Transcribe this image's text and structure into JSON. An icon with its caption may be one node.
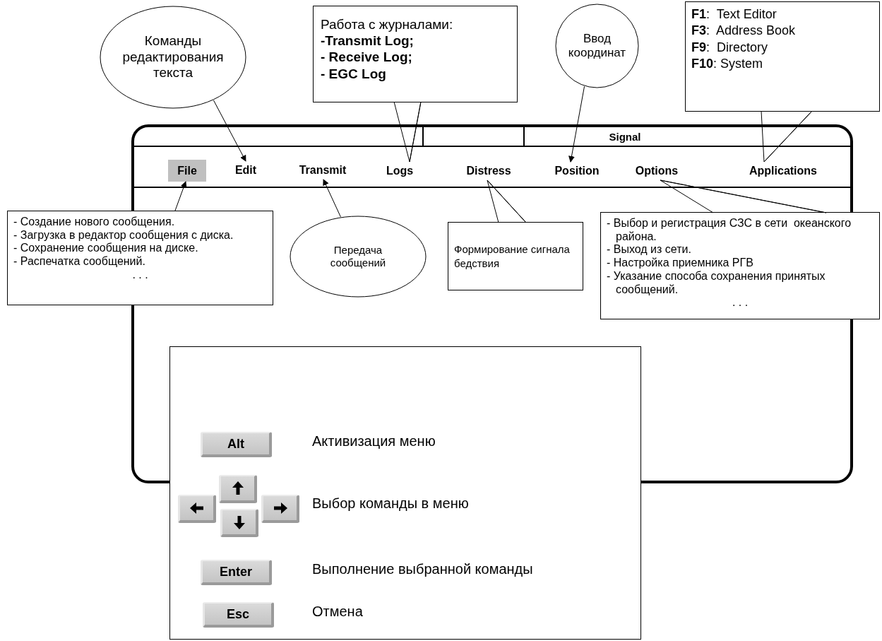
{
  "diagram": {
    "nodes": [
      {
        "text": [],
        "shape": "box"
      },
      {
        "text": [],
        "shape": "box",
        "in": 0
      },
      {
        "text": [
          "Signal"
        ],
        "in": 0
      },
      {
        "text": [
          "File"
        ],
        "in": 0
      },
      {
        "text": [
          "Edit"
        ],
        "in": 0
      },
      {
        "text": [
          "Transmit"
        ],
        "in": 0
      },
      {
        "text": [
          "Logs"
        ],
        "in": 0
      },
      {
        "text": [
          "Distress"
        ],
        "in": 0
      },
      {
        "text": [
          "Position"
        ],
        "in": 0
      },
      {
        "text": [
          "Options"
        ],
        "in": 0
      },
      {
        "text": [
          "Applications"
        ],
        "in": 0
      },
      {
        "text": [
          "Команды редактирования текста"
        ]
      },
      {
        "text": [
          "Работа с журналами:",
          "-Transmit Log;",
          "- Receive Log;",
          "- EGC Log"
        ]
      },
      {
        "text": [
          "Ввод координат"
        ]
      },
      {
        "text": [
          "**F1**:  Text Editor",
          "**F3**:  Address Book",
          "**F9**:  Directory",
          "**F10**: System"
        ]
      },
      {
        "text": [
          "- Создание нового сообщения.",
          "- Загрузка в редактор сообщения с диска.",
          "- Сохранение сообщения на диске.",
          "- Распечатка сообщений.",
          ". . ."
        ]
      },
      {
        "text": [
          "Передача сообщений"
        ],
        "in": 0
      },
      {
        "text": [
          "Формирование сигнала бедствия"
        ],
        "in": 0
      },
      {
        "text": [
          "- Выбор и регистрация СЗС в сети  океанского района.",
          "- Выход из сети.",
          "- Настройка приемника РГВ",
          "- Указание способа сохранения принятых сообщений.",
          ". . ."
        ]
      },
      {
        "text": [],
        "shape": "box"
      },
      {
        "text": [
          "Alt"
        ]
      },
      {
        "text": [],
        "shape": "box",
        "in": 19
      },
      {
        "text": [],
        "shape": "box",
        "in": 19
      },
      {
        "text": [],
        "shape": "box",
        "in": 19
      },
      {
        "text": [],
        "shape": "box",
        "in": 19
      },
      {
        "text": [
          "Enter"
        ],
        "in": 19
      },
      {
        "text": [
          "Esc"
        ],
        "in": 19
      }
    ],
    "edges": [
      {
        "from": 11,
        "to": 4,
        "arrow": "to"
      },
      {
        "from": 12,
        "to": 6,
        "arrow": "none"
      },
      {
        "from": 13,
        "to": 8,
        "arrow": "to"
      },
      {
        "from": 14,
        "to": 10,
        "arrow": "none"
      },
      {
        "from": 15,
        "to": 3,
        "arrow": "to"
      },
      {
        "from": 16,
        "to": 5,
        "arrow": "to"
      },
      {
        "from": 17,
        "to": 7,
        "arrow": "none"
      },
      {
        "from": 18,
        "to": 9,
        "arrow": "none"
      }
    ],
    "labels": [
      "Активизация меню",
      "Выбор команды в меню",
      "Выполнение выбранной команды",
      "Отмена"
    ]
  }
}
